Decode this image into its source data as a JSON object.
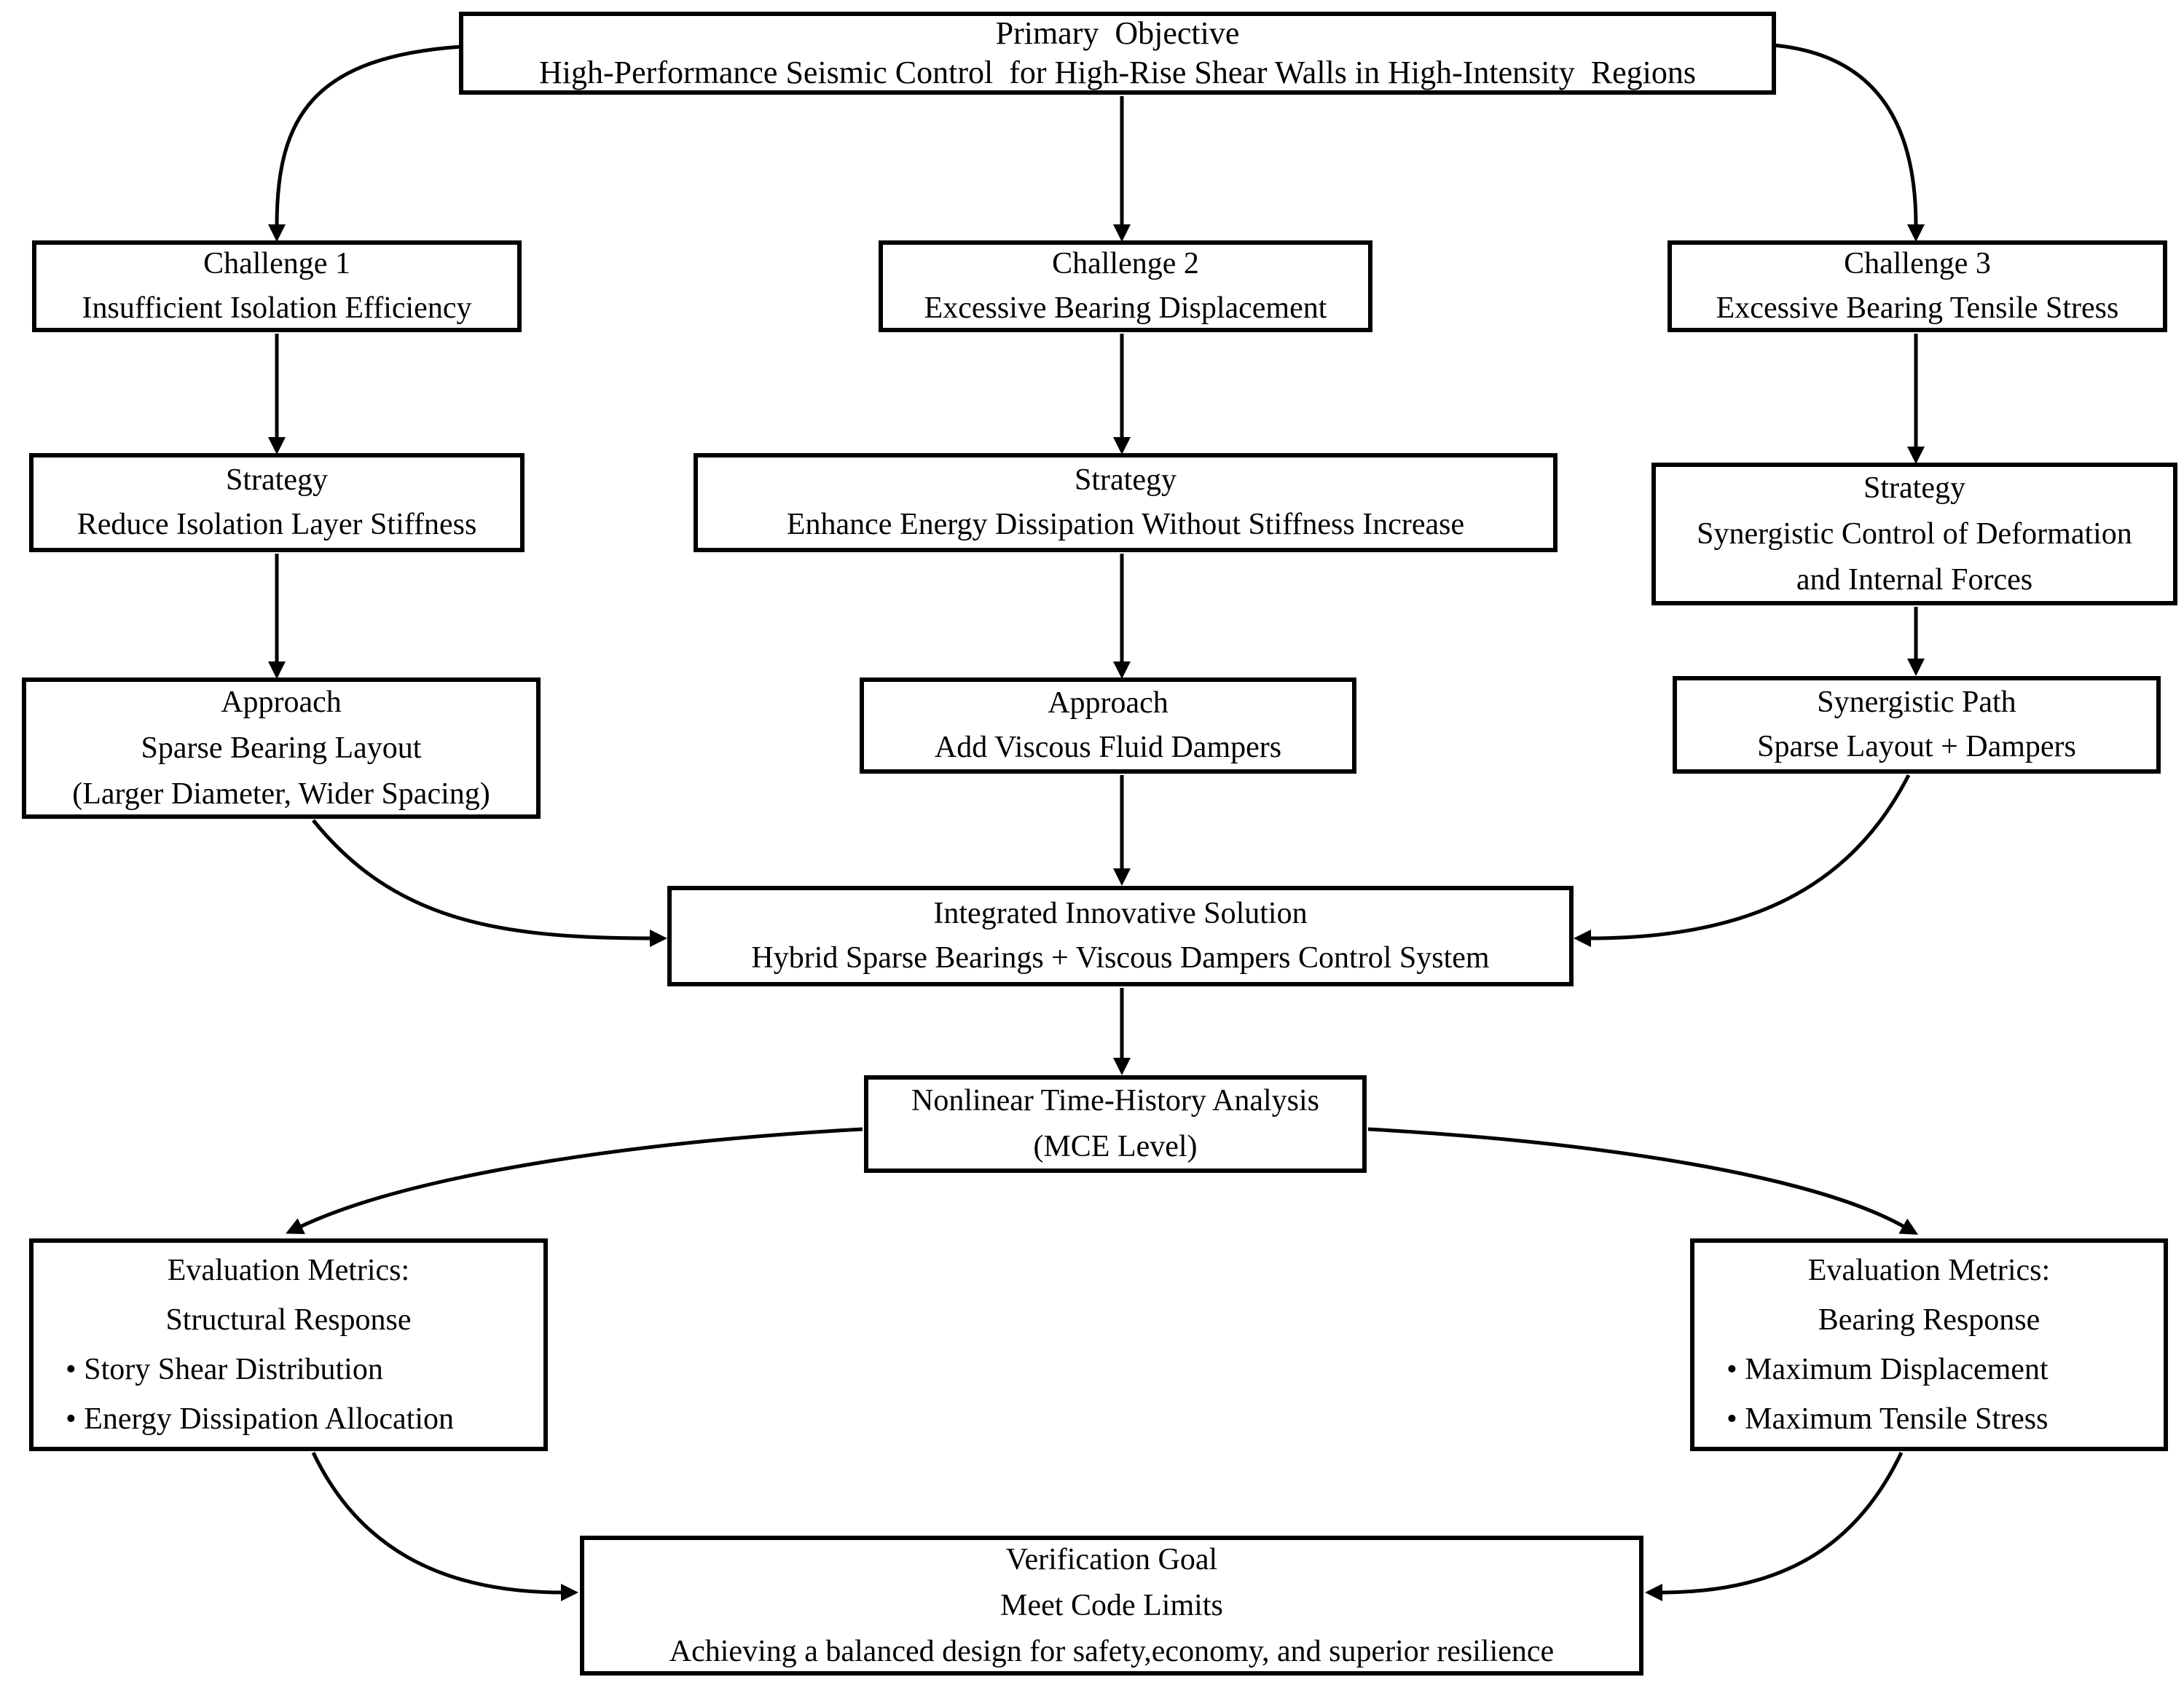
{
  "diagram": {
    "title": "Seismic control research flowchart",
    "colors": {
      "box_background": "#ffffff",
      "box_border": "#000000",
      "arrow": "#000000",
      "text": "#000000"
    },
    "nodes": {
      "primary": {
        "line1": "Primary  Objective",
        "line2": "High-Performance Seismic Control  for High-Rise Shear Walls in High-Intensity  Regions"
      },
      "challenge1": {
        "line1": "Challenge 1",
        "line2": "Insufficient Isolation Efficiency"
      },
      "challenge2": {
        "line1": "Challenge 2",
        "line2": "Excessive Bearing Displacement"
      },
      "challenge3": {
        "line1": "Challenge 3",
        "line2": "Excessive Bearing Tensile Stress"
      },
      "strategy1": {
        "line1": "Strategy",
        "line2": "Reduce Isolation Layer Stiffness"
      },
      "strategy2": {
        "line1": "Strategy",
        "line2": "Enhance Energy Dissipation Without Stiffness Increase"
      },
      "strategy3": {
        "line1": "Strategy",
        "line2": "Synergistic Control of Deformation",
        "line3": "and Internal Forces"
      },
      "approach1": {
        "line1": "Approach",
        "line2": "Sparse Bearing Layout",
        "line3": "(Larger Diameter, Wider Spacing)"
      },
      "approach2": {
        "line1": "Approach",
        "line2": "Add Viscous Fluid Dampers"
      },
      "synergistic_path": {
        "line1": "Synergistic Path",
        "line2": "Sparse Layout + Dampers"
      },
      "integrated_solution": {
        "line1": "Integrated Innovative Solution",
        "line2": "Hybrid Sparse Bearings + Viscous Dampers Control System"
      },
      "analysis": {
        "line1": "Nonlinear Time-History Analysis",
        "line2": "(MCE Level)"
      },
      "metrics_structural": {
        "line1": "Evaluation Metrics:",
        "line2": "Structural Response",
        "line3": "• Story Shear Distribution",
        "line4": "• Energy Dissipation Allocation"
      },
      "metrics_bearing": {
        "line1": "Evaluation Metrics:",
        "line2": "Bearing Response",
        "line3": "• Maximum Displacement",
        "line4": "• Maximum Tensile Stress"
      },
      "verification": {
        "line1": "Verification Goal",
        "line2": "Meet Code Limits",
        "line3": "Achieving a balanced design for safety,economy, and superior resilience"
      }
    }
  }
}
